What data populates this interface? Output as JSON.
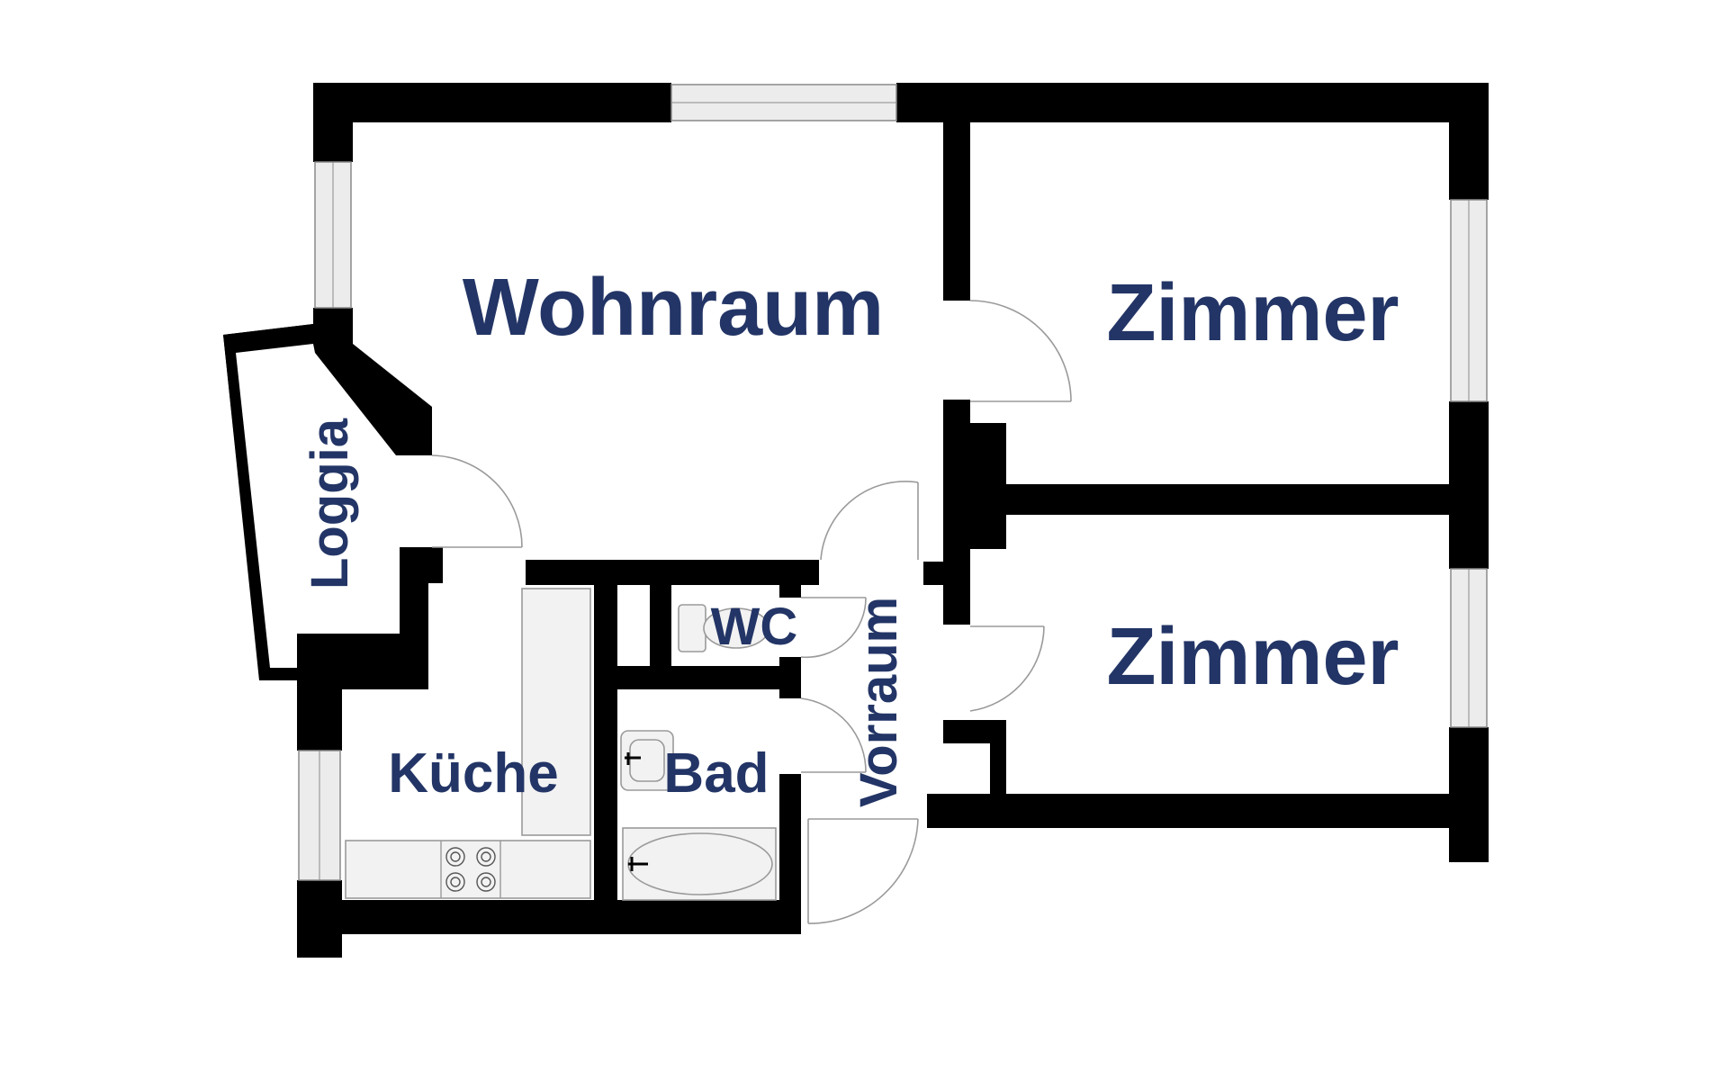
{
  "plan": {
    "rooms": {
      "wohnraum": "Wohnraum",
      "zimmer_top": "Zimmer",
      "zimmer_bottom": "Zimmer",
      "loggia": "Loggia",
      "kueche": "Küche",
      "wc": "WC",
      "bad": "Bad",
      "vorraum": "Vorraum"
    },
    "colors": {
      "wall": "#000000",
      "label": "#233566",
      "window_glass": "#ececec",
      "door_swing": "#9a9a9a"
    }
  }
}
